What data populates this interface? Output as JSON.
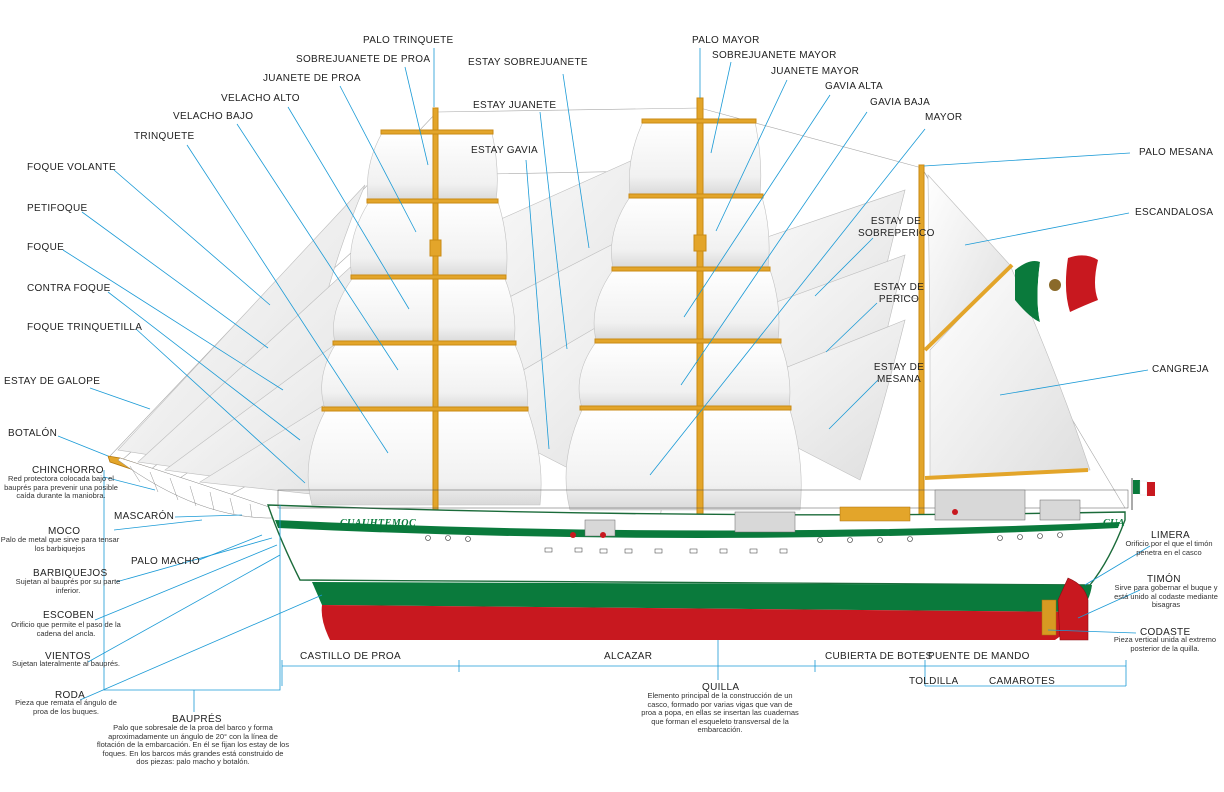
{
  "ship": {
    "name": "CUAUHTEMOC",
    "colors": {
      "sail": "#f3f3f3",
      "sail_shadow": "#d8d8d8",
      "mast": "#e3a52a",
      "hull_white": "#ffffff",
      "hull_green": "#0a7a3c",
      "hull_red": "#c8181f",
      "leader_line": "#1a9ad6",
      "rigging": "#9a9a9a"
    }
  },
  "labels": {
    "palo_trinquete": "PALO TRINQUETE",
    "sobrejuanete_proa": "SOBREJUANETE DE PROA",
    "juanete_proa": "JUANETE DE PROA",
    "velacho_alto": "VELACHO ALTO",
    "velacho_bajo": "VELACHO BAJO",
    "trinquete": "TRINQUETE",
    "foque_volante": "FOQUE VOLANTE",
    "petifoque": "PETIFOQUE",
    "foque": "FOQUE",
    "contra_foque": "CONTRA FOQUE",
    "foque_trinquetilla": "FOQUE TRINQUETILLA",
    "estay_galope": "ESTAY DE GALOPE",
    "botalon": "BOTALÓN",
    "chinchorro": "CHINCHORRO",
    "moco": "MOCO",
    "mascaron": "MASCARÓN",
    "palo_macho": "PALO MACHO",
    "barbiquejos": "BARBIQUEJOS",
    "escoben": "ESCOBEN",
    "vientos": "VIENTOS",
    "roda": "RODA",
    "baupres": "BAUPRÉS",
    "estay_sobrejuanete": "ESTAY SOBREJUANETE",
    "estay_juanete": "ESTAY JUANETE",
    "estay_gavia": "ESTAY GAVIA",
    "palo_mayor": "PALO MAYOR",
    "sobrejuanete_mayor": "SOBREJUANETE MAYOR",
    "juanete_mayor": "JUANETE MAYOR",
    "gavia_alta": "GAVIA ALTA",
    "gavia_baja": "GAVIA BAJA",
    "mayor": "MAYOR",
    "palo_mesana": "PALO MESANA",
    "escandalosa": "ESCANDALOSA",
    "estay_sobreperico_1": "ESTAY DE",
    "estay_sobreperico_2": "SOBREPERICO",
    "estay_perico_1": "ESTAY DE",
    "estay_perico_2": "PERICO",
    "estay_mesana_1": "ESTAY DE",
    "estay_mesana_2": "MESANA",
    "cangreja": "CANGREJA",
    "limera": "LIMERA",
    "timon": "TIMÓN",
    "codaste": "CODASTE",
    "quilla": "QUILLA",
    "castillo_proa": "CASTILLO DE PROA",
    "alcazar": "ALCAZAR",
    "cubierta_botes": "CUBIERTA DE BOTES",
    "puente_mando": "PUENTE DE MANDO",
    "toldilla": "TOLDILLA",
    "camarotes": "CAMAROTES"
  },
  "descriptions": {
    "chinchorro": "Red protectora colocada bajo el bauprés para prevenir una posible caída durante la maniobra.",
    "moco": "Palo de metal que sirve para tensar los barbiquejos",
    "barbiquejos": "Sujetan al bauprés por su parte inferior.",
    "escoben": "Orificio que permite el paso de la cadena del ancla.",
    "vientos": "Sujetan lateralmente al bauprés.",
    "roda": "Pieza que remata el ángulo de proa de los buques.",
    "baupres": "Palo que sobresale de la proa del barco y forma aproximadamente un ángulo de 20° con la línea de flotación de la embarcación. En él se fijan los estay de los foques. En los barcos más grandes está construido de dos piezas: palo macho y botalón.",
    "limera": "Orificio por el que el timón penetra en el casco",
    "timon": "Sirve para gobernar el buque y está unido al codaste mediante bisagras",
    "codaste": "Pieza vertical unida al extremo posterior de la quilla.",
    "quilla": "Elemento principal de la construcción de un casco, formado por varias vigas que van de proa a popa, en ellas se insertan las cuadernas que forman el esqueleto transversal de la embarcación."
  }
}
